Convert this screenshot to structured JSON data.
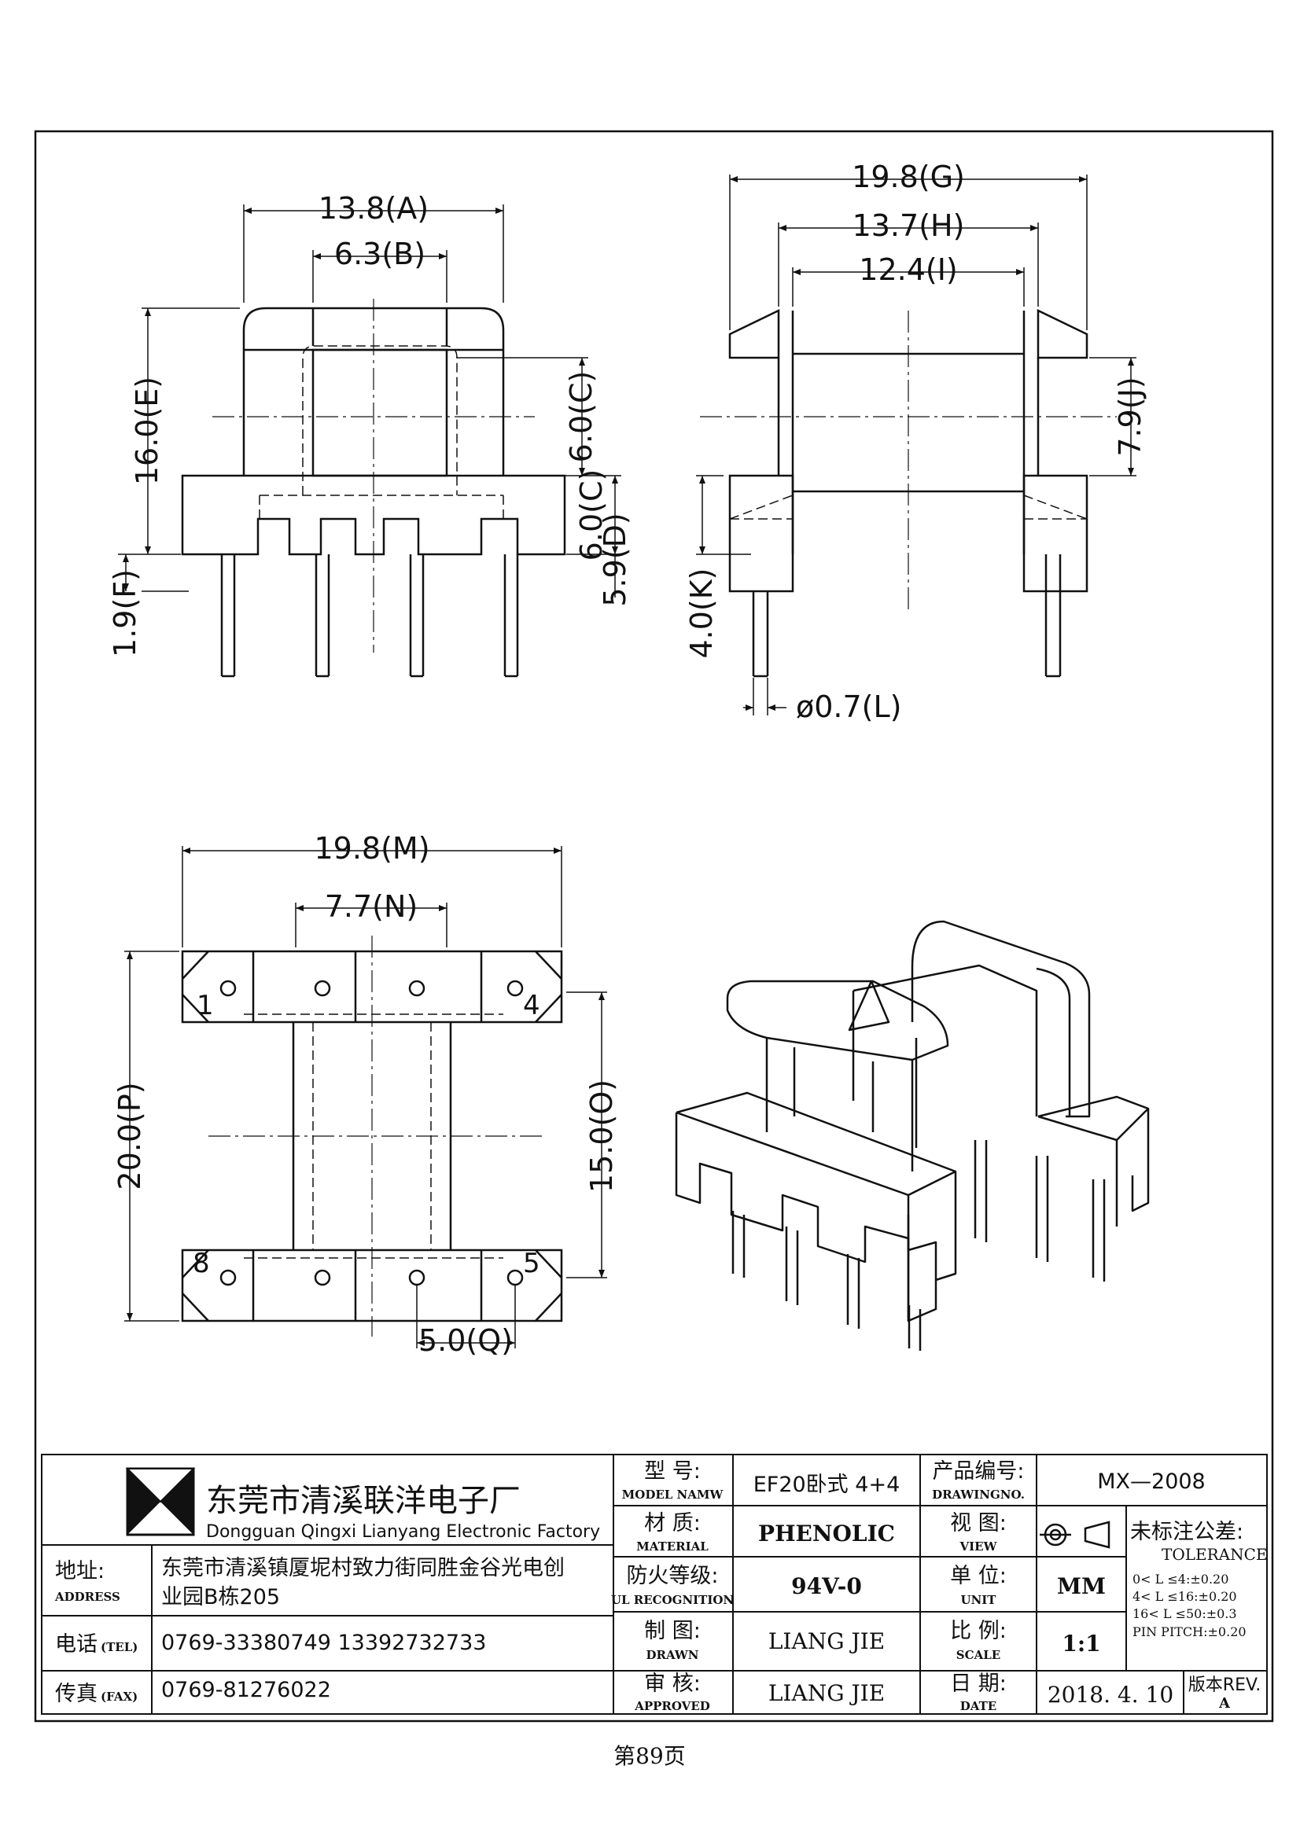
{
  "dims": {
    "A": "13.8(A)",
    "B": "6.3(B)",
    "C": "6.0(C)",
    "D": "5.9(D)",
    "E": "16.0(E)",
    "F": "1.9(F)",
    "G": "19.8(G)",
    "H": "13.7(H)",
    "I": "12.4(I)",
    "J": "7.9(J)",
    "K": "4.0(K)",
    "L": "ø0.7(L)",
    "M": "19.8(M)",
    "N": "7.7(N)",
    "O": "15.0(O)",
    "P": "20.0(P)",
    "Q": "5.0(Q)"
  },
  "pins": {
    "p1": "1",
    "p4": "4",
    "p8": "8",
    "p5": "5"
  },
  "company": {
    "name_cn": "东莞市清溪联洋电子厂",
    "name_en": "Dongguan Qingxi Lianyang Electronic Factory"
  },
  "contact": {
    "address_label_cn": "地址:",
    "address_label_en": "ADDRESS",
    "address_line1": "东莞市清溪镇厦坭村致力街同胜金谷光电创",
    "address_line2": "业园B栋205",
    "tel_label_cn": "电话",
    "tel_label_en": "(TEL)",
    "tel_value": "0769-33380749    13392732733",
    "fax_label_cn": "传真",
    "fax_label_en": "(FAX)",
    "fax_value": "0769-81276022"
  },
  "fields": {
    "model_cn": "型  号:",
    "model_en": "MODEL NAMW",
    "model_value": "EF20卧式 4+4",
    "material_cn": "材  质:",
    "material_en": "MATERIAL",
    "material_value": "PHENOLIC",
    "ul_cn": "防火等级:",
    "ul_en": "UL RECOGNITION",
    "ul_value": "94V-0",
    "drawn_cn": "制  图:",
    "drawn_en": "DRAWN",
    "drawn_value": "LIANG JIE",
    "approved_cn": "审  核:",
    "approved_en": "APPROVED",
    "approved_value": "LIANG JIE",
    "drawingno_cn": "产品编号:",
    "drawingno_en": "DRAWINGNO.",
    "drawingno_value": "MX—2008",
    "view_cn": "视  图:",
    "view_en": "VIEW",
    "unit_cn": "单  位:",
    "unit_en": "UNIT",
    "unit_value": "MM",
    "scale_cn": "比  例:",
    "scale_en": "SCALE",
    "scale_value": "1:1",
    "date_cn": "日  期:",
    "date_en": "DATE",
    "date_value": "2018. 4. 10"
  },
  "tolerance": {
    "title_cn": "未标注公差:",
    "title_en": "TOLERANCE",
    "line1": "0< L ≤4:±0.20",
    "line2": "4< L ≤16:±0.20",
    "line3": "16< L ≤50:±0.3",
    "line4": "PIN PITCH:±0.20"
  },
  "revision": {
    "label": "版本REV.",
    "value": "A"
  },
  "page_number": "第89页"
}
